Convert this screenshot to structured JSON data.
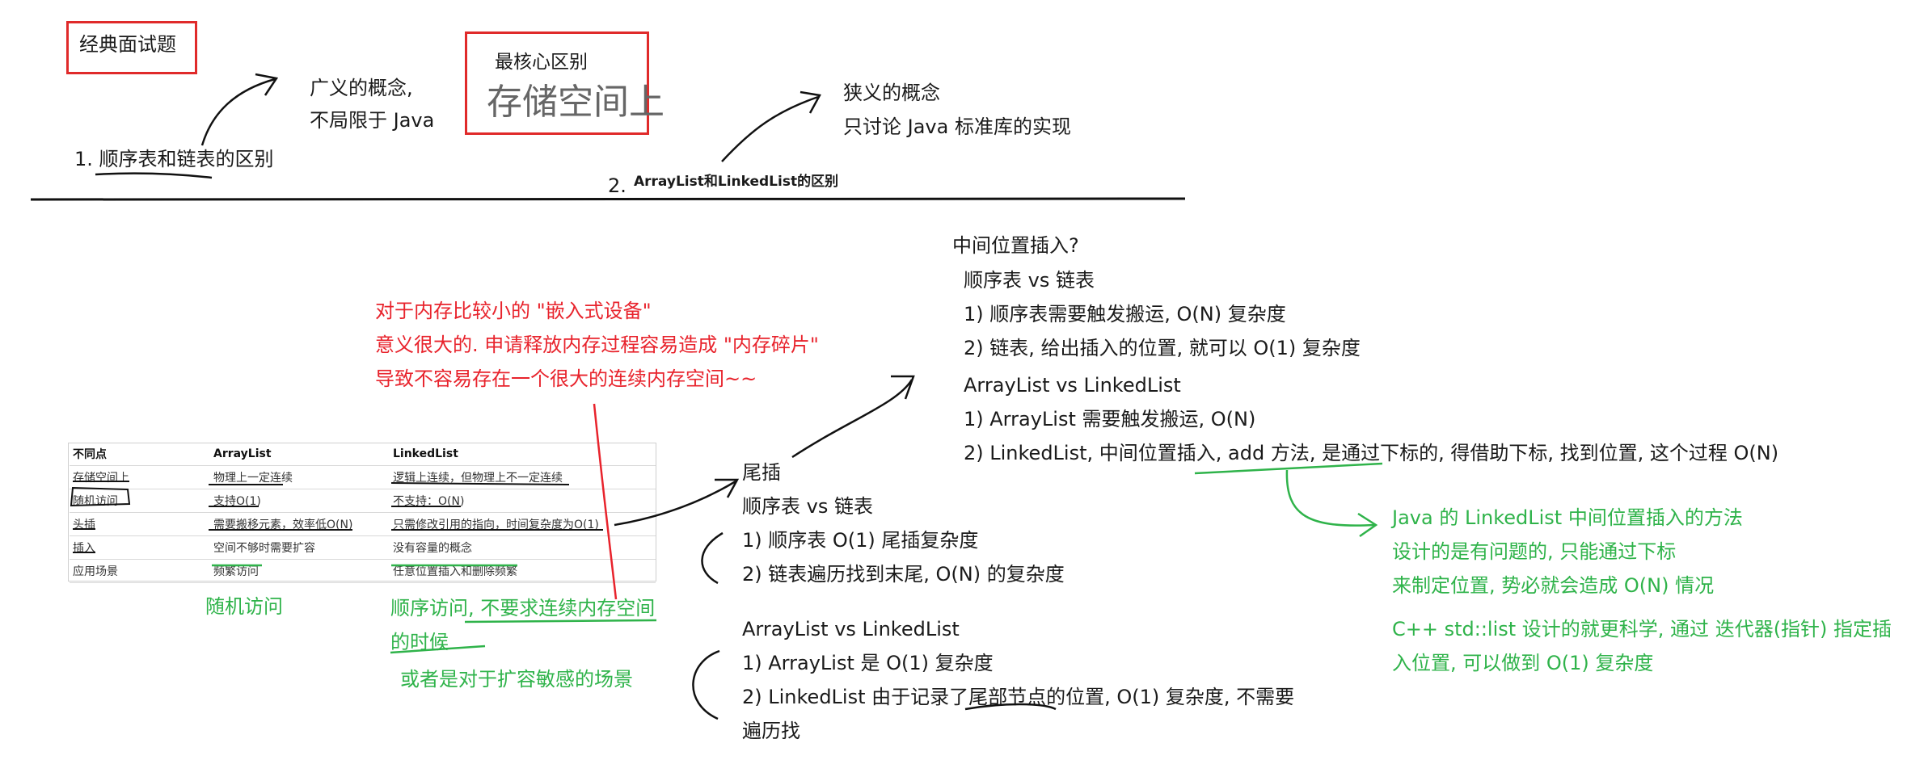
{
  "title_box": "经典面试题",
  "core_box": {
    "heading": "最核心区别",
    "big": "存储空间上"
  },
  "topic1": "1. 顺序表和链表的区别",
  "broad": [
    "广义的概念,",
    "不局限于 Java"
  ],
  "topic2_num": "2.",
  "topic2": "ArrayList和LinkedList的区别",
  "narrow": [
    "狭义的概念",
    "只讨论 Java 标准库的实现"
  ],
  "red_note": [
    "对于内存比较小的 \"嵌入式设备\"",
    "意义很大的. 申请释放内存过程容易造成 \"内存碎片\"",
    "导致不容易存在一个很大的连续内存空间~~"
  ],
  "table": {
    "headers": [
      "不同点",
      "ArrayList",
      "LinkedList"
    ],
    "rows": [
      [
        "存储空间上",
        "物理上一定连续",
        "逻辑上连续，但物理上不一定连续"
      ],
      [
        "随机访问",
        "支持O(1)",
        "不支持：O(N)"
      ],
      [
        "头插",
        "需要搬移元素，效率低O(N)",
        "只需修改引用的指向，时间复杂度为O(1)"
      ],
      [
        "插入",
        "空间不够时需要扩容",
        "没有容量的概念"
      ],
      [
        "应用场景",
        "频繁访问",
        "任意位置插入和删除频繁"
      ]
    ]
  },
  "random_access": "随机访问",
  "sequential": [
    "顺序访问, 不要求连续内存空间",
    "的时候",
    "或者是对于扩容敏感的场景"
  ],
  "tail_insert": {
    "title": "尾插",
    "lines": [
      "顺序表 vs 链表",
      "1) 顺序表 O(1) 尾插复杂度",
      "2) 链表遍历找到末尾, O(N) 的复杂度"
    ],
    "lines2": [
      "ArrayList vs LinkedList",
      "1) ArrayList 是 O(1) 复杂度",
      "2) LinkedList 由于记录了尾部节点的位置, O(1) 复杂度, 不需要",
      "遍历找"
    ]
  },
  "mid_insert": {
    "title": "中间位置插入?",
    "lines": [
      "顺序表 vs 链表",
      "1) 顺序表需要触发搬运, O(N) 复杂度",
      "2) 链表, 给出插入的位置, 就可以 O(1) 复杂度",
      "ArrayList vs LinkedList",
      "1) ArrayList 需要触发搬运, O(N)",
      "2) LinkedList, 中间位置插入, add 方法, 是通过下标的, 得借助下标, 找到位置, 这个过程 O(N)"
    ]
  },
  "green_java": [
    "Java 的 LinkedList 中间位置插入的方法",
    "设计的是有问题的, 只能通过下标",
    "来制定位置, 势必就会造成 O(N) 情况"
  ],
  "green_cpp": [
    "C++ std::list 设计的就更科学, 通过 迭代器(指针) 指定插",
    "入位置, 可以做到 O(1) 复杂度"
  ]
}
